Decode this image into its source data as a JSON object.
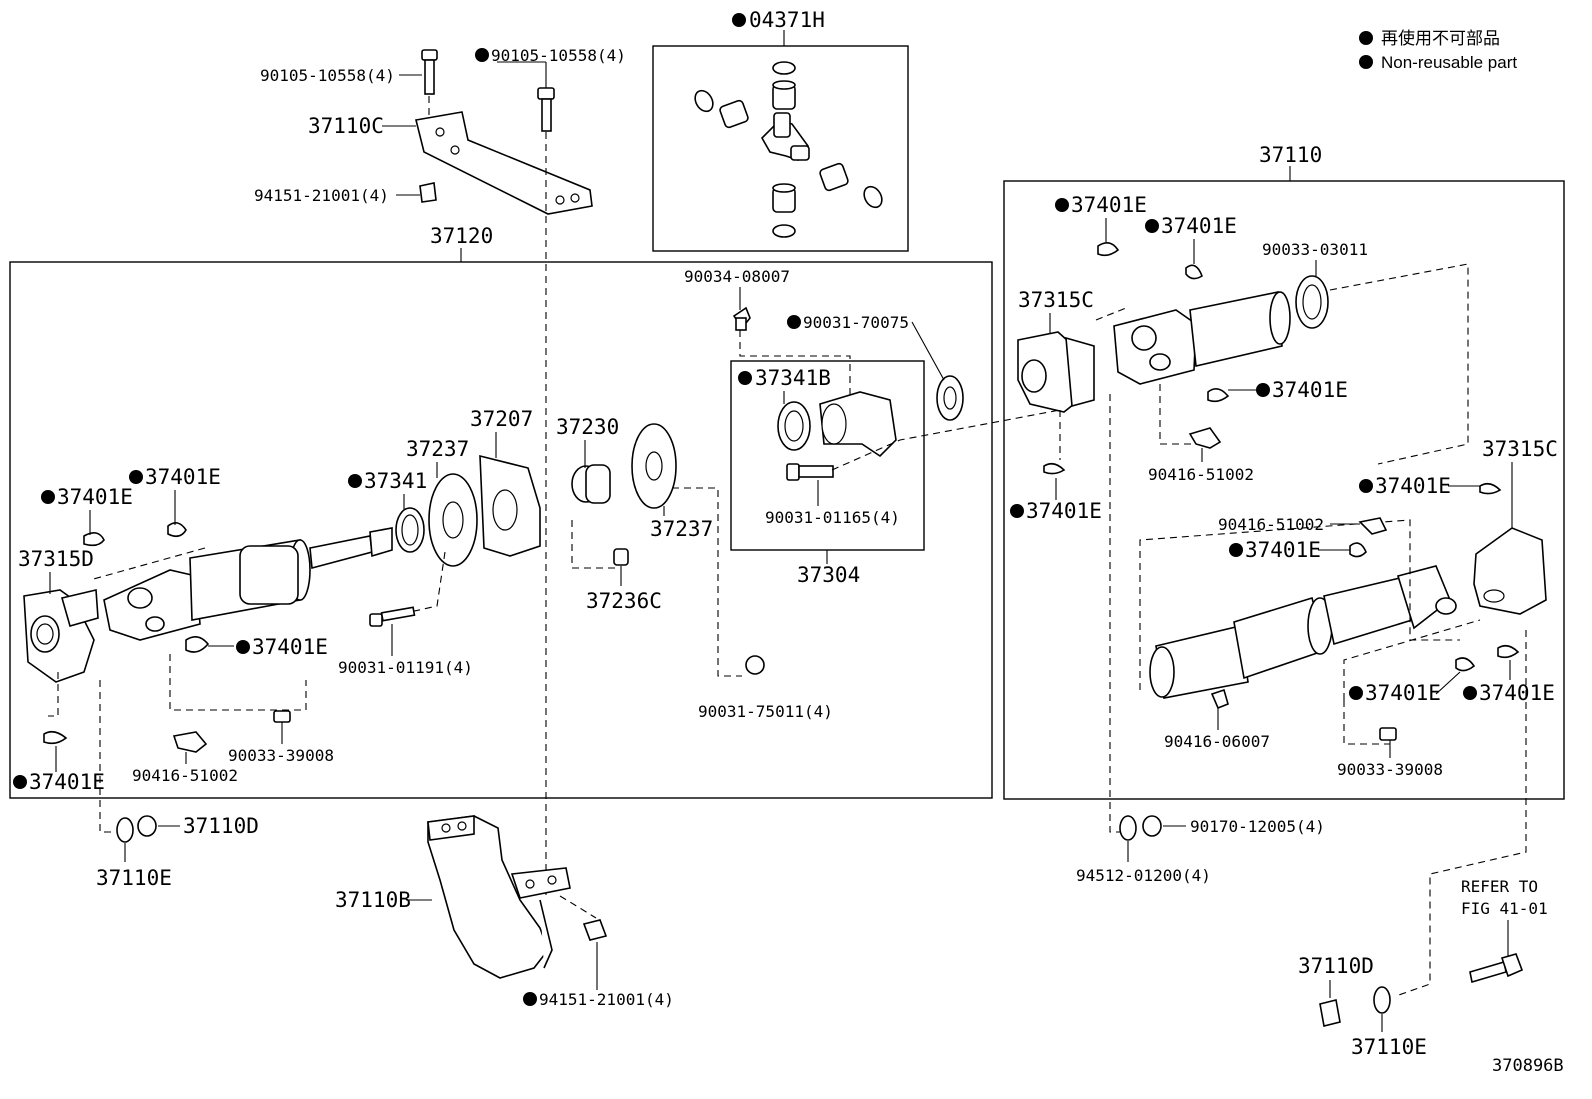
{
  "legend": {
    "jp": "再使用不可部品",
    "en": "Non-reusable part"
  },
  "figure_id": "370896B",
  "groups": {
    "g37120": "37120",
    "g37110": "37110",
    "g04371h": "04371H",
    "g37304": "37304"
  },
  "labels": {
    "l_90105_a": "90105-10558(4)",
    "l_90105_b": "90105-10558(4)",
    "l_37110c": "37110C",
    "l_94151_top": "94151-21001(4)",
    "l_90034": "90034-08007",
    "l_90031_70075": "90031-70075",
    "l_37341b": "37341B",
    "l_90031_01165": "90031-01165(4)",
    "l_37207": "37207",
    "l_37230": "37230",
    "l_37237_a": "37237",
    "l_37237_b": "37237",
    "l_37341": "37341",
    "l_37236c": "37236C",
    "l_37401e_1": "37401E",
    "l_37401e_2": "37401E",
    "l_37315d": "37315D",
    "l_37401e_3": "37401E",
    "l_37401e_4": "37401E",
    "l_90031_01191": "90031-01191(4)",
    "l_90031_75011": "90031-75011(4)",
    "l_90033_39008_a": "90033-39008",
    "l_90416_51002_a": "90416-51002",
    "l_37110d_a": "37110D",
    "l_37110e_a": "37110E",
    "l_37110b": "37110B",
    "l_94151_bot": "94151-21001(4)",
    "l_37401e_5": "37401E",
    "l_37401e_6": "37401E",
    "l_90033_03011": "90033-03011",
    "l_37315c_a": "37315C",
    "l_37401e_7": "37401E",
    "l_90416_51002_b": "90416-51002",
    "l_37401e_8": "37401E",
    "l_37315c_b": "37315C",
    "l_37401e_9": "37401E",
    "l_90416_51002_c": "90416-51002",
    "l_37401e_10": "37401E",
    "l_37401e_11": "37401E",
    "l_37401e_12": "37401E",
    "l_90416_06007": "90416-06007",
    "l_90033_39008_b": "90033-39008",
    "l_90170": "90170-12005(4)",
    "l_94512": "94512-01200(4)",
    "l_refer1": "REFER TO",
    "l_refer2": "FIG 41-01",
    "l_37110d_b": "37110D",
    "l_37110e_b": "37110E"
  }
}
